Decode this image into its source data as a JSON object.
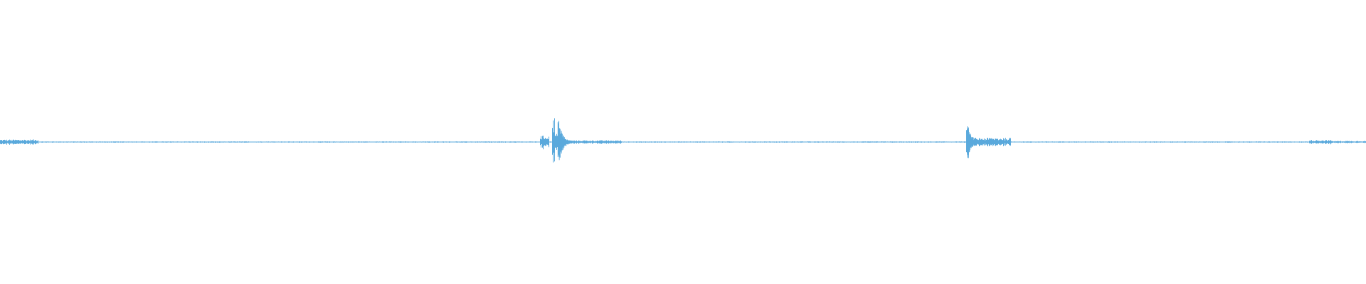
{
  "waveform": {
    "color": "#5aa9dc",
    "background": "#ffffff",
    "duration_fraction_scale": [
      0,
      1
    ],
    "baseline_amplitude": 0.0,
    "noise_floor": 0.004,
    "segments": [
      {
        "start": 0.0,
        "end": 0.028,
        "amplitude": 0.018
      },
      {
        "start": 0.028,
        "end": 0.395,
        "amplitude": 0.004
      },
      {
        "start": 0.395,
        "end": 0.402,
        "amplitude": 0.045
      },
      {
        "start": 0.404,
        "end": 0.406,
        "amplitude": 0.18
      },
      {
        "start": 0.406,
        "end": 0.412,
        "amplitude": 0.06
      },
      {
        "start": 0.412,
        "end": 0.455,
        "amplitude": 0.012
      },
      {
        "start": 0.455,
        "end": 0.705,
        "amplitude": 0.004
      },
      {
        "start": 0.707,
        "end": 0.709,
        "amplitude": 0.12
      },
      {
        "start": 0.709,
        "end": 0.74,
        "amplitude": 0.03
      },
      {
        "start": 0.74,
        "end": 0.958,
        "amplitude": 0.004
      },
      {
        "start": 0.958,
        "end": 0.975,
        "amplitude": 0.014
      },
      {
        "start": 0.975,
        "end": 1.0,
        "amplitude": 0.008
      }
    ],
    "transients": [
      {
        "position": 0.4085,
        "up": 0.185,
        "down": 0.19
      },
      {
        "position": 0.7082,
        "up": 0.13,
        "down": 0.125
      }
    ]
  }
}
